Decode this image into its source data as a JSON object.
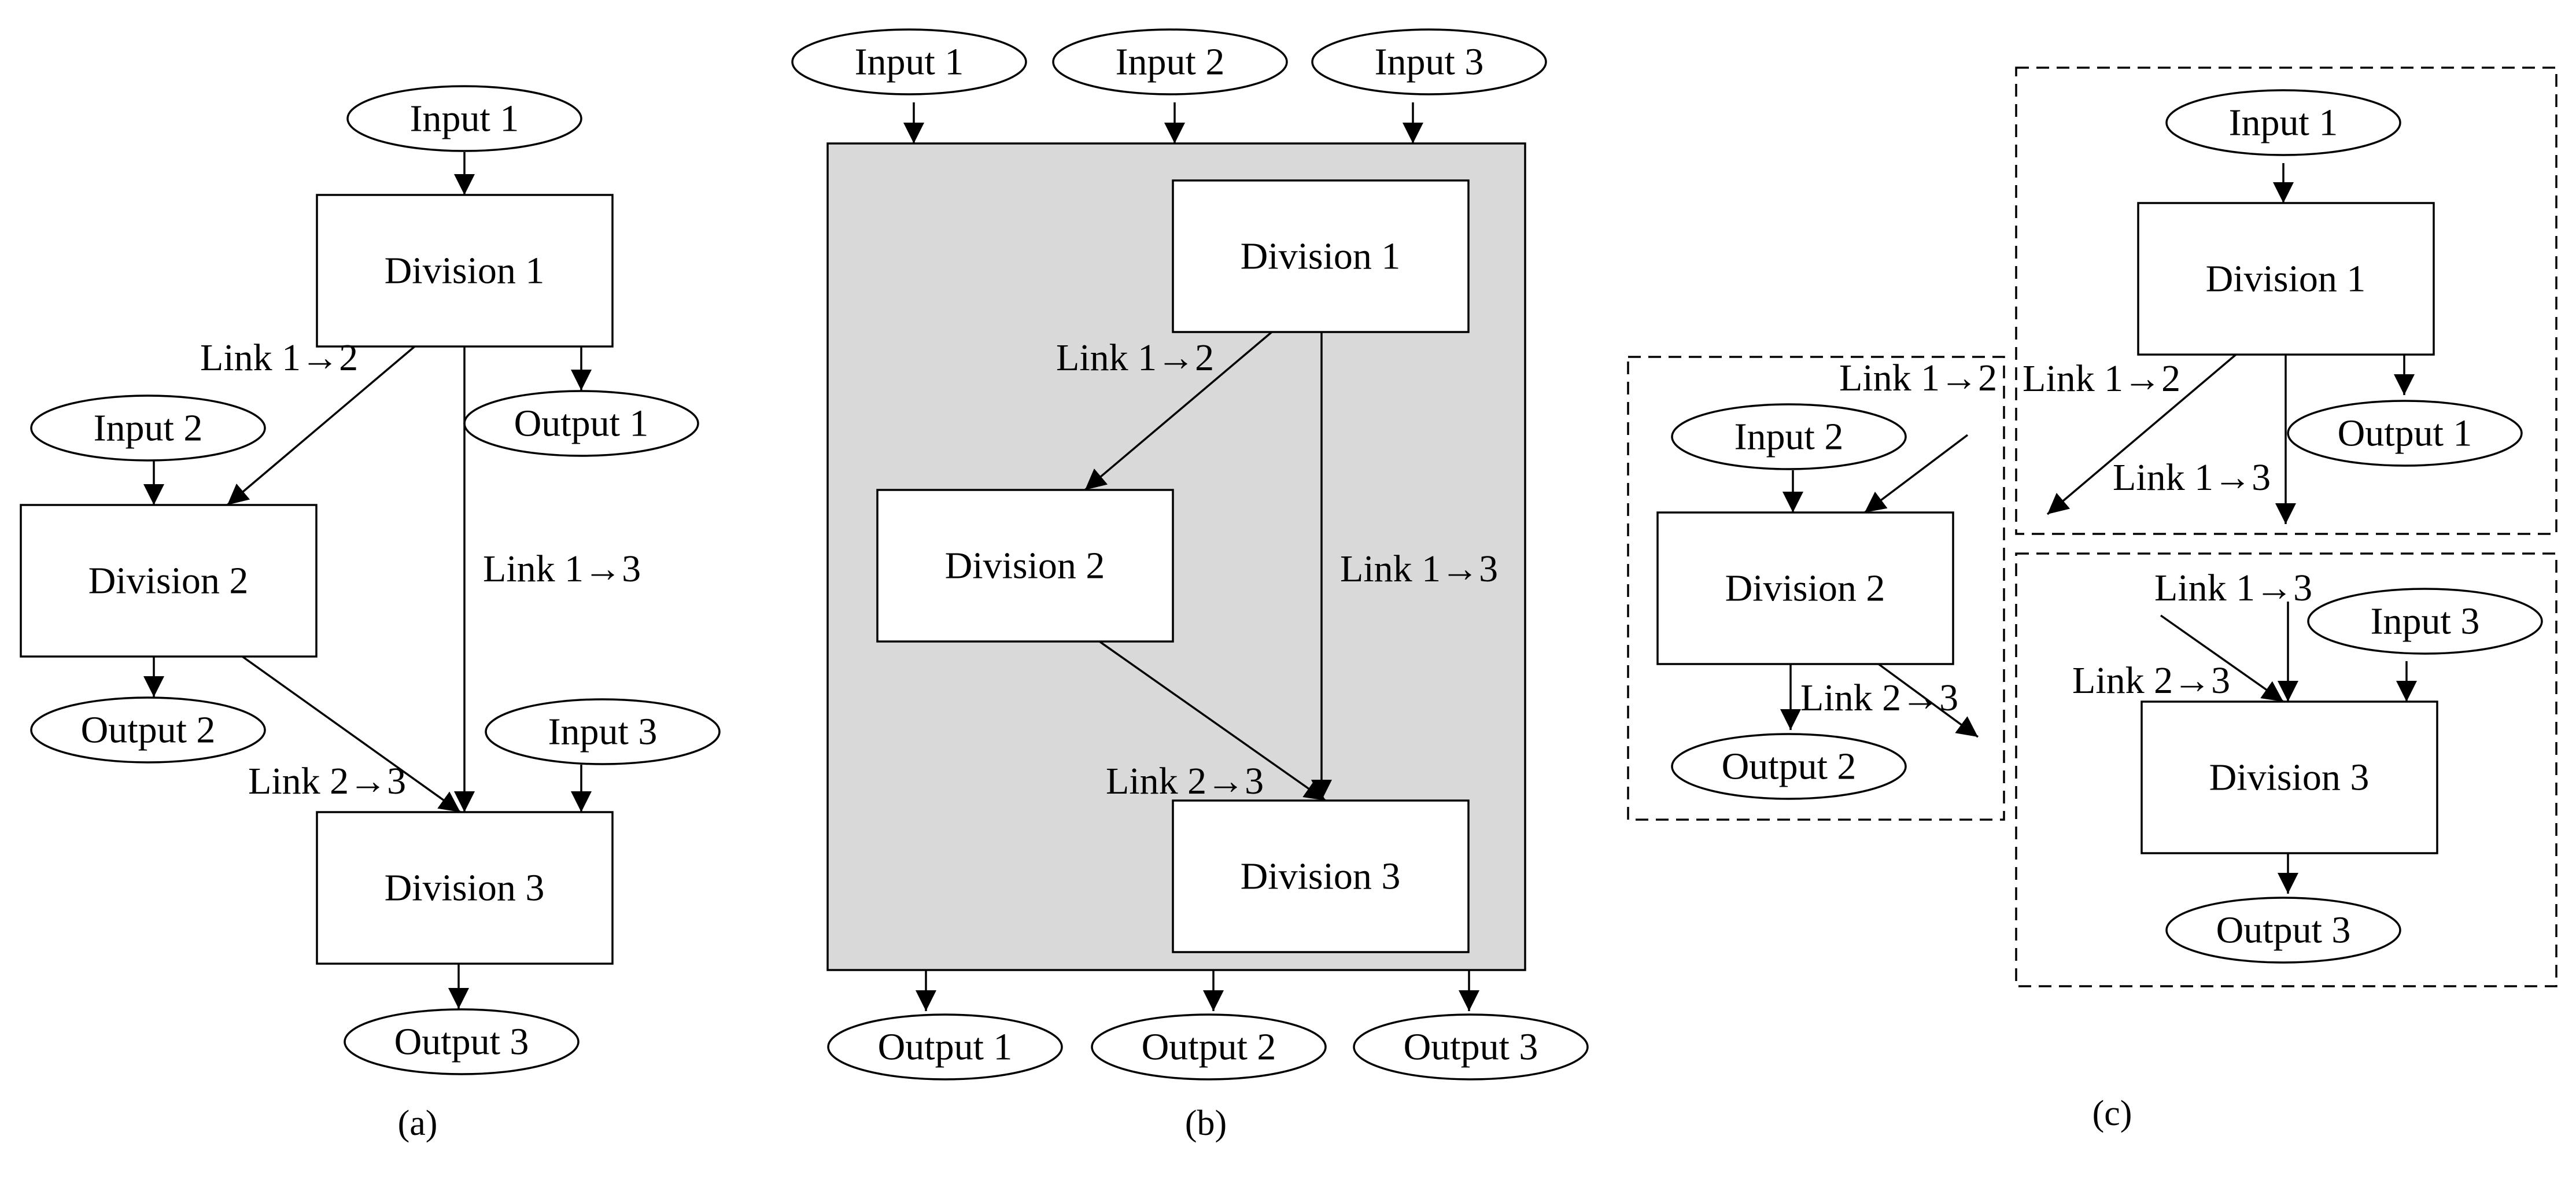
{
  "colors": {
    "stroke": "#000000",
    "shaded_region": "#d9d9d9",
    "background": "#ffffff"
  },
  "panel_a": {
    "caption": "(a)",
    "input1": "Input 1",
    "input2": "Input 2",
    "input3": "Input 3",
    "division1": "Division 1",
    "division2": "Division 2",
    "division3": "Division 3",
    "output1": "Output 1",
    "output2": "Output 2",
    "output3": "Output 3",
    "link12": "Link 1→2",
    "link13": "Link 1→3",
    "link23": "Link 2→3"
  },
  "panel_b": {
    "caption": "(b)",
    "input1": "Input 1",
    "input2": "Input 2",
    "input3": "Input 3",
    "division1": "Division 1",
    "division2": "Division 2",
    "division3": "Division 3",
    "output1": "Output 1",
    "output2": "Output 2",
    "output3": "Output 3",
    "link12": "Link 1→2",
    "link13": "Link 1→3",
    "link23": "Link 2→3"
  },
  "panel_c": {
    "caption": "(c)",
    "input1": "Input 1",
    "input2": "Input 2",
    "input3": "Input 3",
    "division1": "Division 1",
    "division2": "Division 2",
    "division3": "Division 3",
    "output1": "Output 1",
    "output2": "Output 2",
    "output3": "Output 3",
    "d1_link12": "Link 1→2",
    "d1_link13": "Link 1→3",
    "d2_link12": "Link 1→2",
    "d2_link23": "Link 2→3",
    "d3_link13": "Link 1→3",
    "d3_link23": "Link 2→3"
  }
}
